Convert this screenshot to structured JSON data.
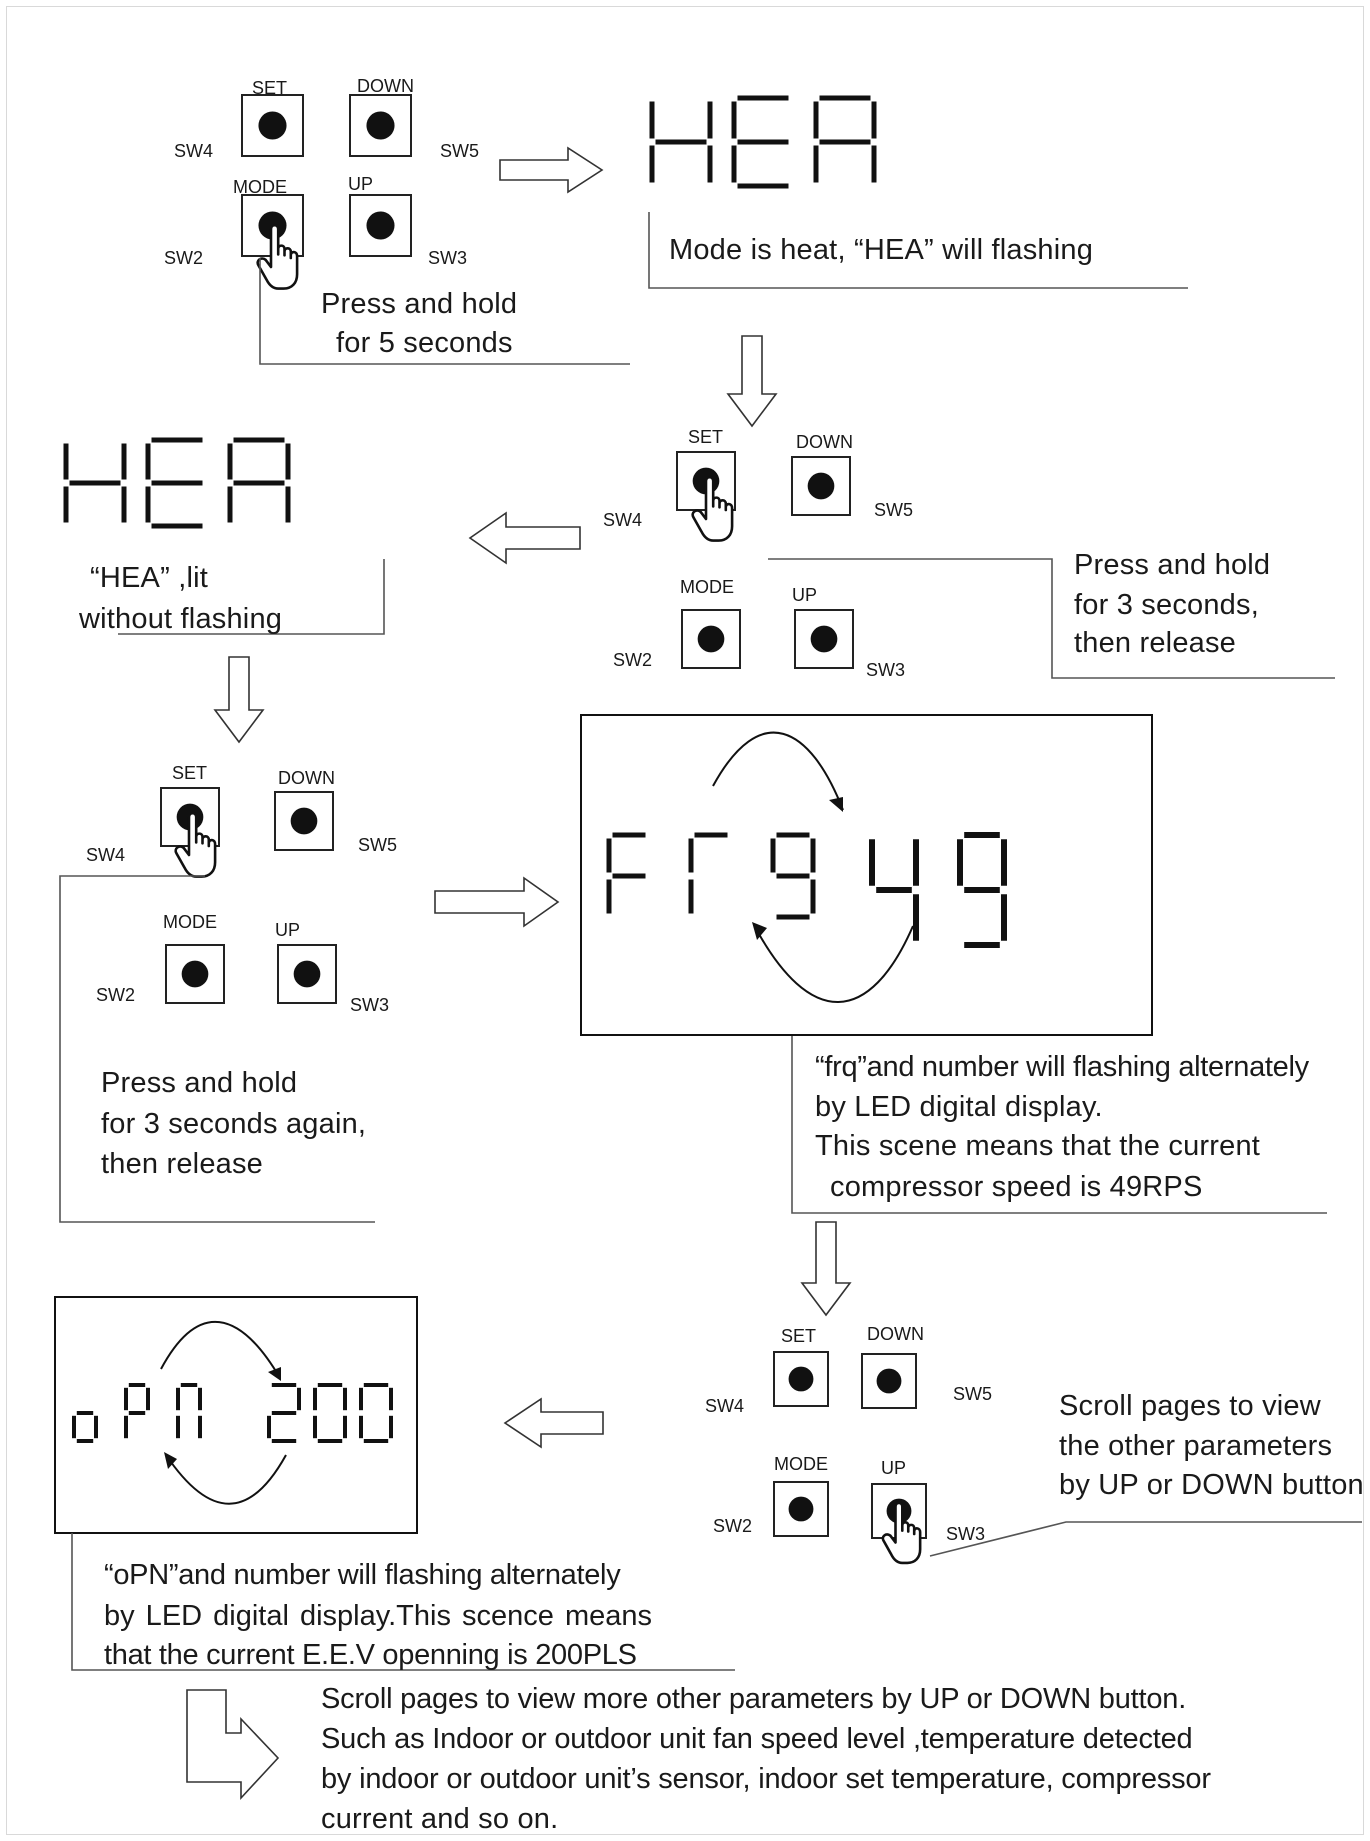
{
  "clusters": [
    {
      "set": "SET",
      "down": "DOWN",
      "mode": "MODE",
      "up": "UP",
      "sw4": "SW4",
      "sw5": "SW5",
      "sw2": "SW2",
      "sw3": "SW3"
    },
    {
      "set": "SET",
      "down": "DOWN",
      "mode": "MODE",
      "up": "UP",
      "sw4": "SW4",
      "sw5": "SW5",
      "sw2": "SW2",
      "sw3": "SW3"
    },
    {
      "set": "SET",
      "down": "DOWN",
      "mode": "MODE",
      "up": "UP",
      "sw4": "SW4",
      "sw5": "SW5",
      "sw2": "SW2",
      "sw3": "SW3"
    },
    {
      "set": "SET",
      "down": "DOWN",
      "mode": "MODE",
      "up": "UP",
      "sw4": "SW4",
      "sw5": "SW5",
      "sw2": "SW2",
      "sw3": "SW3"
    }
  ],
  "displays": {
    "hea_top": "HEA",
    "hea_left": "HEA",
    "frq_label": "frq",
    "frq_value": "49",
    "opn_label": "oPN",
    "opn_value": "200"
  },
  "captions": {
    "press5_line1": "Press and hold",
    "press5_line2": "for 5 seconds",
    "mode_heat": "Mode is heat, “HEA”   will flashing",
    "press3_line1": "Press and hold",
    "press3_line2": "for 3 seconds,",
    "press3_line3": "then release",
    "hea_lit_line1": "“HEA”    ,lit",
    "hea_lit_line2": "without flashing",
    "press3again_line1": "Press and hold",
    "press3again_line2": "for 3 seconds again,",
    "press3again_line3": "then release",
    "frq_line1": "“frq”and number will flashing alternately",
    "frq_line2": "by LED digital display.",
    "frq_line3": "This scene means that the current",
    "frq_line4": "compressor speed is 49RPS",
    "scroll_line1": "Scroll pages to view",
    "scroll_line2": "the other parameters",
    "scroll_line3": "by UP or DOWN button",
    "opn_line1": "“oPN”and number will flashing alternately",
    "opn_line2": "by LED digital display.This scence means",
    "opn_line3": "that the current E.E.V openning is 200PLS",
    "more_line1": "Scroll pages to view more other parameters by UP or DOWN button.",
    "more_line2": "Such as Indoor or outdoor    unit fan speed level ,temperature detected",
    "more_line3": "by indoor or outdoor unit’s sensor, indoor set temperature, compressor",
    "more_line4": "current and so on."
  }
}
